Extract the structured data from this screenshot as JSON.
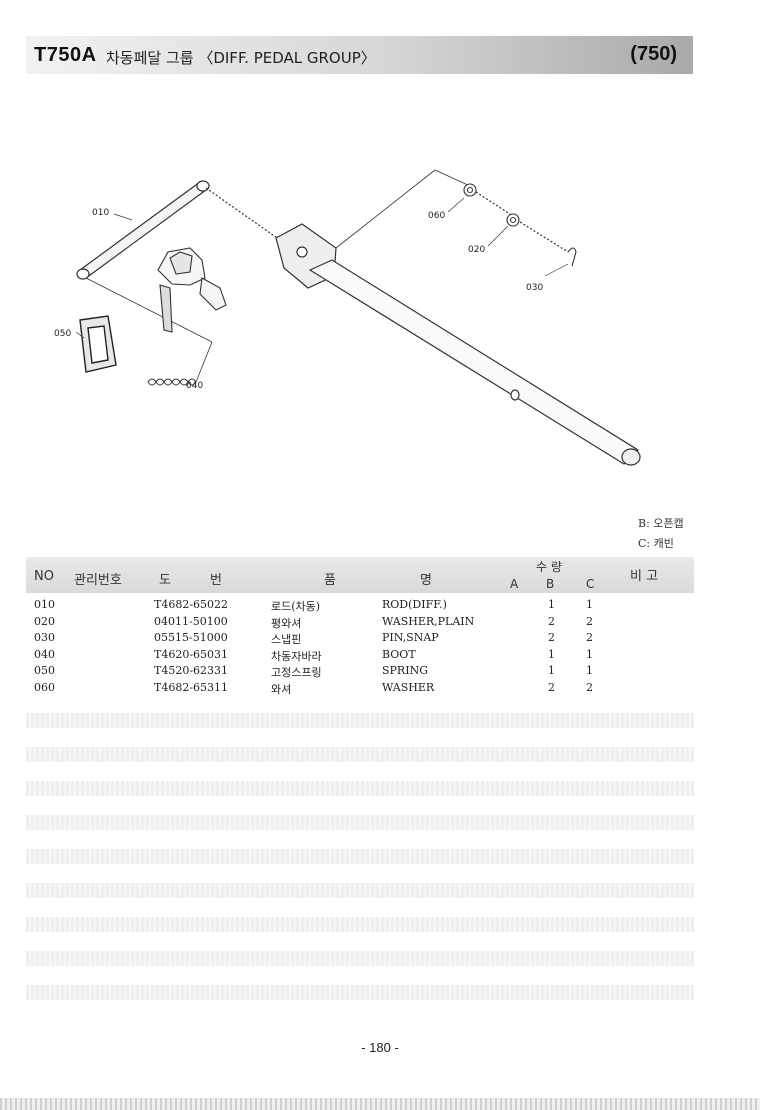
{
  "header": {
    "model_code": "T750A",
    "group_title": "차동페달 그룹 〈DIFF. PEDAL GROUP〉",
    "page_code": "(750)"
  },
  "diagram": {
    "labels": [
      "010",
      "020",
      "030",
      "040",
      "050",
      "060"
    ]
  },
  "legend": {
    "b": "B: 오픈캡",
    "c": "C: 캐빈"
  },
  "table": {
    "headers": {
      "no": "NO",
      "mgmt_no": "관리번호",
      "drawing_1": "도",
      "drawing_2": "번",
      "name_1": "품",
      "name_2": "명",
      "qty": "수 량",
      "qty_a": "A",
      "qty_b": "B",
      "qty_c": "C",
      "remarks": "비  고"
    },
    "rows": [
      {
        "no": "010",
        "part": "T4682-65022",
        "kor": "로드(차동)",
        "eng": "ROD(DIFF.)",
        "b": "1",
        "c": "1"
      },
      {
        "no": "020",
        "part": "04011-50100",
        "kor": "평와셔",
        "eng": "WASHER,PLAIN",
        "b": "2",
        "c": "2"
      },
      {
        "no": "030",
        "part": "05515-51000",
        "kor": "스냅핀",
        "eng": "PIN,SNAP",
        "b": "2",
        "c": "2"
      },
      {
        "no": "040",
        "part": "T4620-65031",
        "kor": "차동자바라",
        "eng": "BOOT",
        "b": "1",
        "c": "1"
      },
      {
        "no": "050",
        "part": "T4520-62331",
        "kor": "고정스프링",
        "eng": "SPRING",
        "b": "1",
        "c": "1"
      },
      {
        "no": "060",
        "part": "T4682-65311",
        "kor": "와셔",
        "eng": "WASHER",
        "b": "2",
        "c": "2"
      }
    ]
  },
  "footer": {
    "page_number": "- 180 -"
  }
}
